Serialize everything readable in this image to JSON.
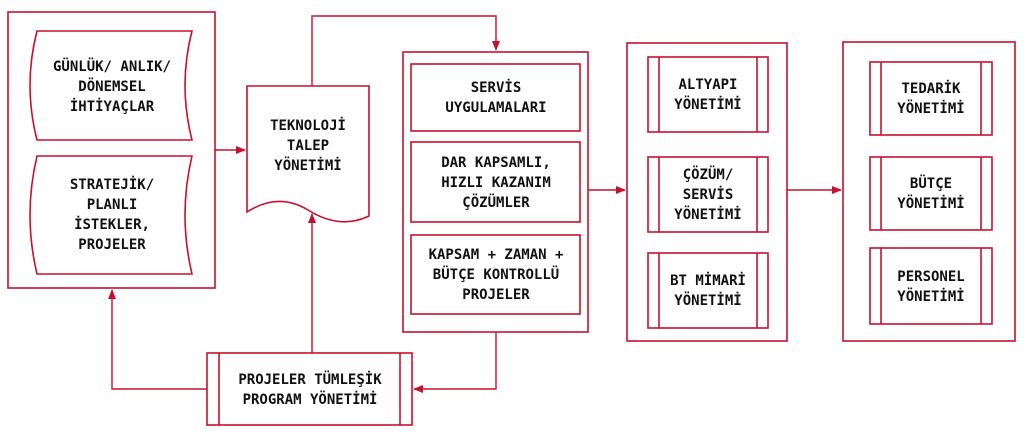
{
  "colors": {
    "stroke": "#c8102e",
    "text": "#111111",
    "background": "#ffffff"
  },
  "diagram": {
    "nodes": {
      "gunluk_ihtiyaclar": [
        "GÜNLÜK/ ANLIK/",
        "DÖNEMSEL",
        "İHTİYAÇLAR"
      ],
      "stratejik_istekler": [
        "STRATEJİK/",
        "PLANLI",
        "İSTEKLER,",
        "PROJELER"
      ],
      "teknoloji_talep": [
        "TEKNOLOJİ",
        "TALEP",
        "YÖNETİMİ"
      ],
      "servis_uygulamalari": [
        "SERVİS",
        "UYGULAMALARI"
      ],
      "dar_kapsamli": [
        "DAR KAPSAMLI,",
        "HIZLI KAZANIM",
        "ÇÖZÜMLER"
      ],
      "kapsam_zaman": [
        "KAPSAM + ZAMAN +",
        "BÜTÇE KONTROLLÜ",
        "PROJELER"
      ],
      "altyapi": [
        "ALTYAPI",
        "YÖNETİMİ"
      ],
      "cozum_servis": [
        "ÇÖZÜM/",
        "SERVİS",
        "YÖNETİMİ"
      ],
      "bt_mimari": [
        "BT MİMARİ",
        "YÖNETİMİ"
      ],
      "tedarik": [
        "TEDARİK",
        "YÖNETİMİ"
      ],
      "butce": [
        "BÜTÇE",
        "YÖNETİMİ"
      ],
      "personel": [
        "PERSONEL",
        "YÖNETİMİ"
      ],
      "projeler_tumlesik": [
        "PROJELER TÜMLEŞİK",
        "PROGRAM YÖNETİMİ"
      ]
    },
    "edges": [
      {
        "from": "demand-group",
        "to": "teknoloji_talep"
      },
      {
        "from": "teknoloji_talep",
        "to": "delivery-group"
      },
      {
        "from": "delivery-group",
        "to": "management-group"
      },
      {
        "from": "management-group",
        "to": "support-group"
      },
      {
        "from": "delivery-group",
        "to": "projeler_tumlesik"
      },
      {
        "from": "projeler_tumlesik",
        "to": "teknoloji_talep"
      },
      {
        "from": "projeler_tumlesik",
        "to": "demand-group"
      }
    ]
  }
}
